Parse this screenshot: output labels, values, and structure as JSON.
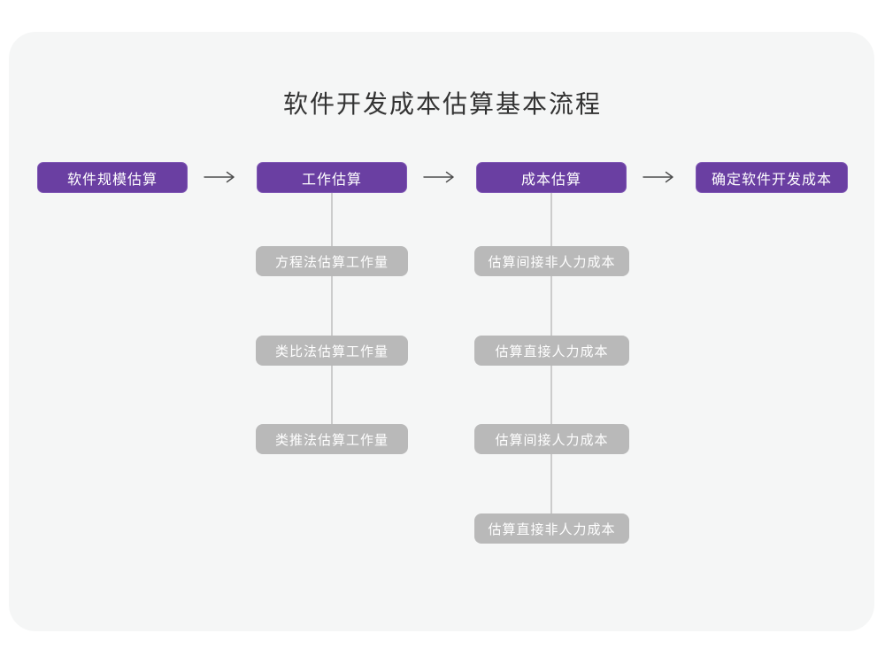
{
  "page": {
    "title": "软件开发成本估算基本流程"
  },
  "colors": {
    "page_background": "#ffffff",
    "card_background": "#f5f6f6",
    "primary_box_fill": "#6a3fa2",
    "primary_box_border": "#8059b5",
    "secondary_box_fill": "#b9b9b9",
    "box_text": "#ffffff",
    "title_text": "#333333",
    "arrow_stroke": "#4d4d4d",
    "connector_line": "#cccccc"
  },
  "flow": {
    "main_steps": [
      {
        "label": "软件规模估算"
      },
      {
        "label": "工作估算"
      },
      {
        "label": "成本估算"
      },
      {
        "label": "确定软件开发成本"
      }
    ],
    "work_substeps": [
      "方程法估算工作量",
      "类比法估算工作量",
      "类推法估算工作量"
    ],
    "cost_substeps": [
      "估算间接非人力成本",
      "估算直接人力成本",
      "估算间接人力成本",
      "估算直接非人力成本"
    ]
  }
}
